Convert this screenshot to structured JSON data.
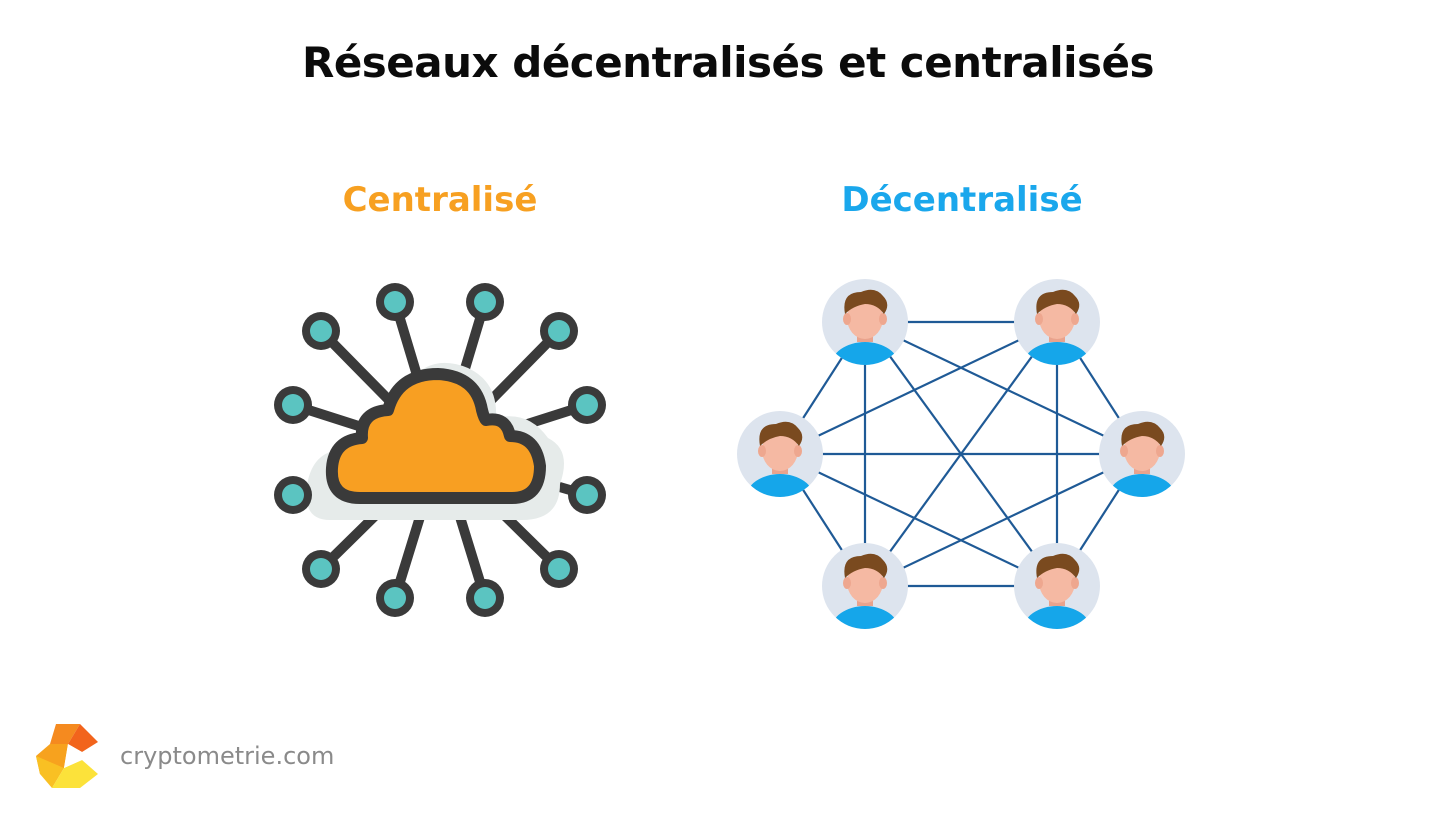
{
  "title": "Réseaux décentralisés et centralisés",
  "centralized": {
    "heading": "Centralisé",
    "color": "#f7a021",
    "icon": "cloud-hub-icon",
    "node_count": 12
  },
  "decentralized": {
    "heading": "Décentralisé",
    "color": "#1aa7ec",
    "icon": "user-avatar-icon",
    "node_count": 6,
    "link_color": "#1f5a96"
  },
  "brand": {
    "name": "cryptometrie.com",
    "logo": "cryptometrie-logo-icon"
  }
}
